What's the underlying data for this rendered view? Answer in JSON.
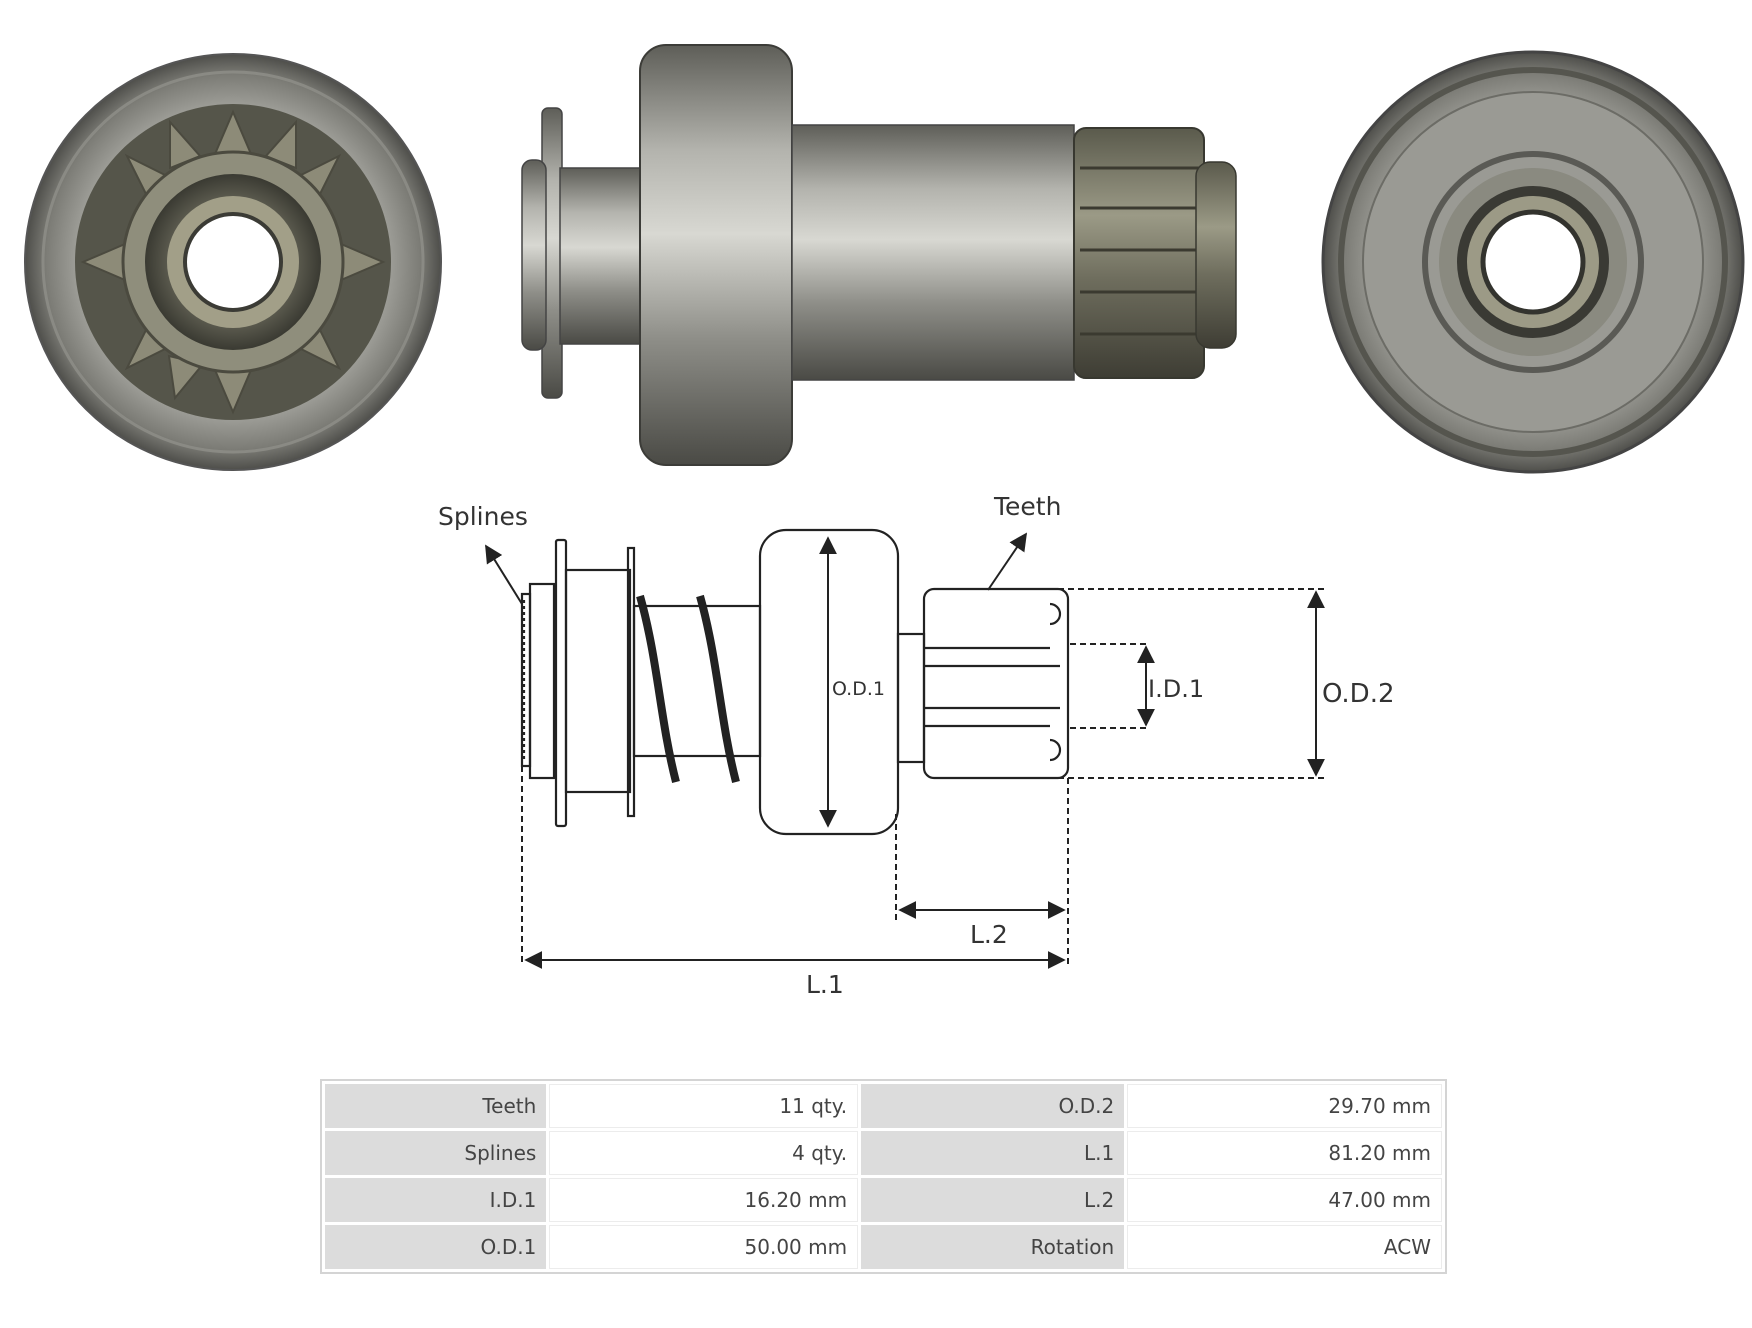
{
  "photos": {
    "front_view": "pinion-front-view",
    "side_view": "pinion-side-view",
    "back_view": "pinion-back-view"
  },
  "drawing": {
    "callouts": {
      "splines": "Splines",
      "teeth": "Teeth"
    },
    "dimensions": {
      "od1": "O.D.1",
      "id1": "I.D.1",
      "od2": "O.D.2",
      "l1": "L.1",
      "l2": "L.2"
    }
  },
  "specs": {
    "rows": [
      {
        "label_a": "Teeth",
        "value_a": "11 qty.",
        "label_b": "O.D.2",
        "value_b": "29.70 mm"
      },
      {
        "label_a": "Splines",
        "value_a": "4 qty.",
        "label_b": "L.1",
        "value_b": "81.20 mm"
      },
      {
        "label_a": "I.D.1",
        "value_a": "16.20 mm",
        "label_b": "L.2",
        "value_b": "47.00 mm"
      },
      {
        "label_a": "O.D.1",
        "value_a": "50.00 mm",
        "label_b": "Rotation",
        "value_b": "ACW"
      }
    ]
  }
}
